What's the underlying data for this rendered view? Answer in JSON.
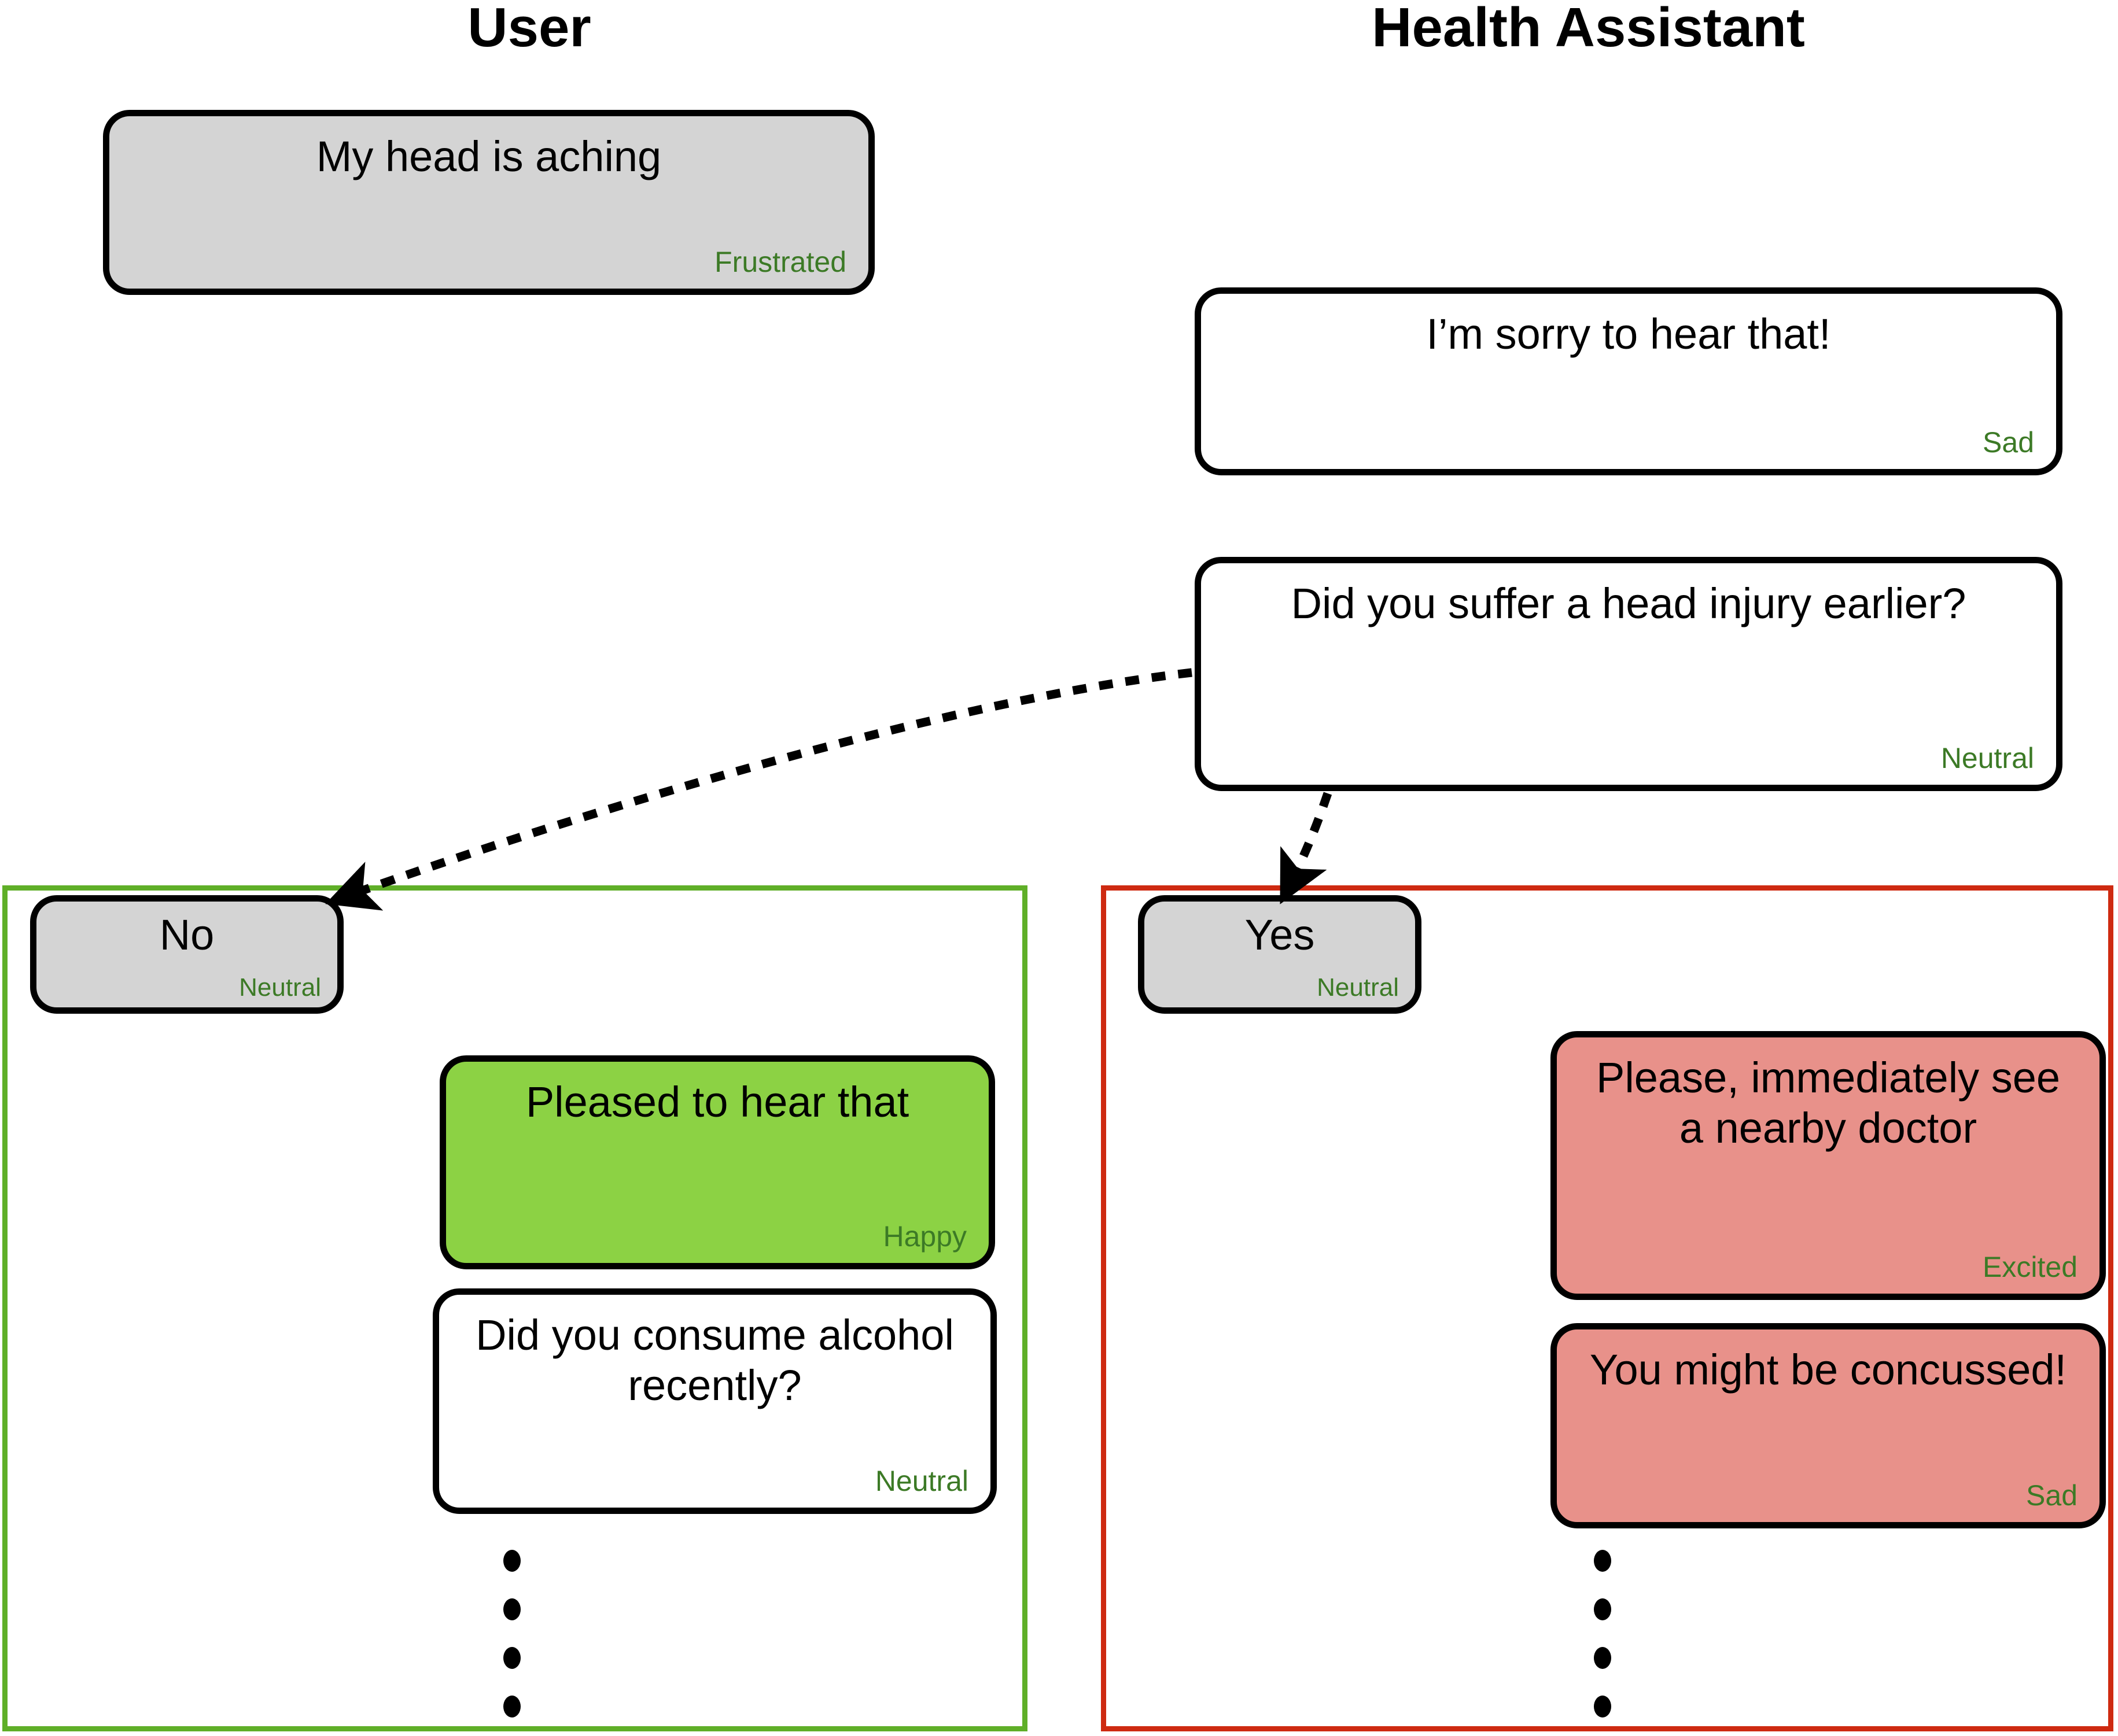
{
  "columns": {
    "user_title": "User",
    "assistant_title": "Health Assistant"
  },
  "colors": {
    "user_bubble": "#D4D4D4",
    "assistant_bubble": "#FFFFFF",
    "happy_bubble": "#8CD244",
    "alert_bubble": "#E8918A",
    "emotion_text": "#3C7A26",
    "green_panel_border": "#5FAF28",
    "red_panel_border": "#CE2A11",
    "bubble_outline": "#000000"
  },
  "conversation": {
    "top": [
      {
        "id": "user-headache",
        "speaker": "user",
        "text": "My head is aching",
        "emotion": "Frustrated"
      },
      {
        "id": "assistant-sorry",
        "speaker": "assistant",
        "text": "I’m sorry to hear that!",
        "emotion": "Sad"
      },
      {
        "id": "assistant-head-injury",
        "speaker": "assistant",
        "text": "Did you suffer a head injury earlier?",
        "emotion": "Neutral"
      }
    ]
  },
  "branches": [
    {
      "id": "branch-no",
      "border_color": "#5FAF28",
      "bubbles": [
        {
          "id": "user-no",
          "speaker": "user",
          "text": "No",
          "emotion": "Neutral"
        },
        {
          "id": "assistant-pleased",
          "speaker": "assistant",
          "style": "happy",
          "text": "Pleased to hear that",
          "emotion": "Happy"
        },
        {
          "id": "assistant-alcohol",
          "speaker": "assistant",
          "style": "plain",
          "text": "Did you consume alcohol recently?",
          "emotion": "Neutral"
        }
      ],
      "continuation_dots": 4
    },
    {
      "id": "branch-yes",
      "border_color": "#CE2A11",
      "bubbles": [
        {
          "id": "user-yes",
          "speaker": "user",
          "text": "Yes",
          "emotion": "Neutral"
        },
        {
          "id": "assistant-see-doctor",
          "speaker": "assistant",
          "style": "alert",
          "text": "Please, immediately see a nearby doctor",
          "emotion": "Excited"
        },
        {
          "id": "assistant-concussed",
          "speaker": "assistant",
          "style": "alert",
          "text": "You might be concussed!",
          "emotion": "Sad"
        }
      ],
      "continuation_dots": 4
    }
  ],
  "connectors": [
    {
      "id": "connector-to-no",
      "from": "assistant-head-injury",
      "to": "user-no",
      "style": "dotted-arrow"
    },
    {
      "id": "connector-to-yes",
      "from": "assistant-head-injury",
      "to": "user-yes",
      "style": "dotted-arrow"
    }
  ]
}
